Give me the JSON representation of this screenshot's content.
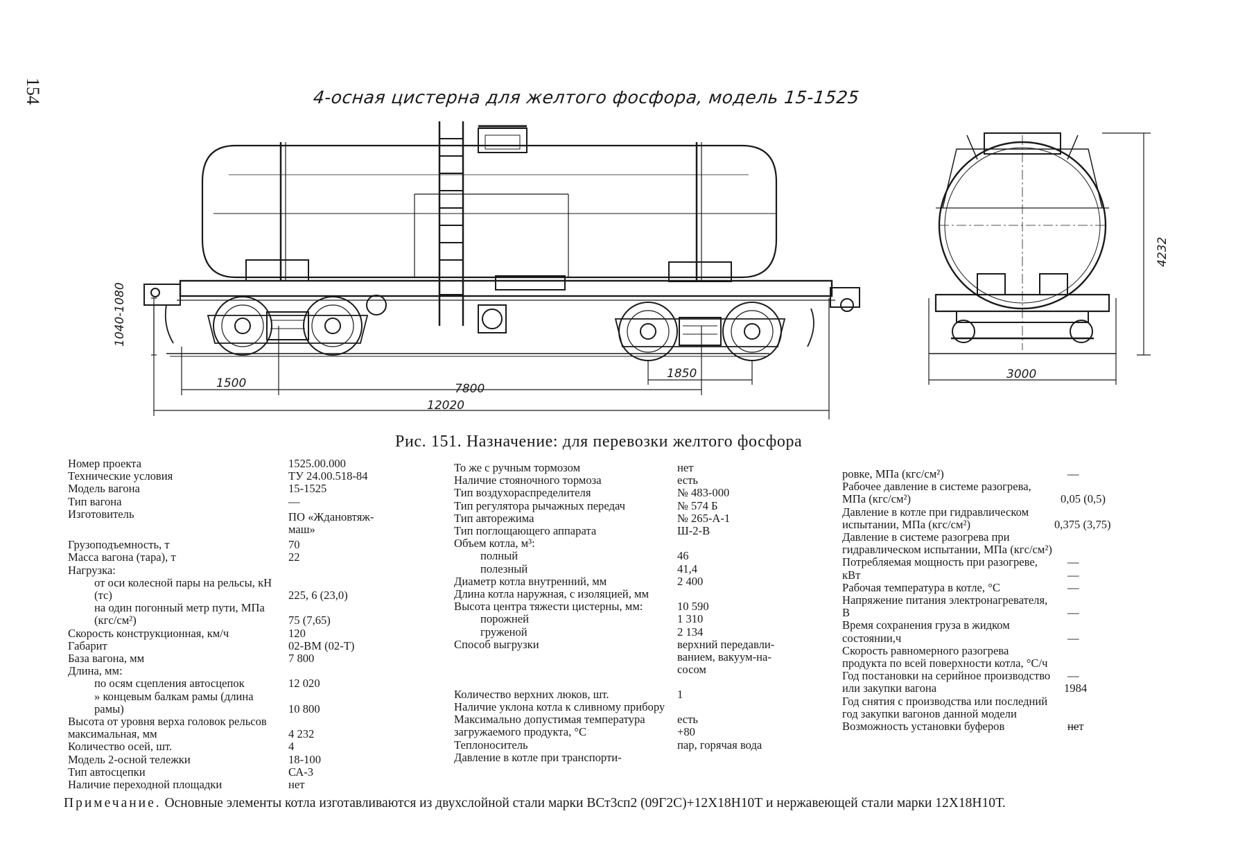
{
  "page_number": "154",
  "drawing_title": "4-осная цистерна для желтого фосфора, модель 15-1525",
  "dimensions": {
    "height_coupler": "1040-1080",
    "frame_end": "1500",
    "base": "7800",
    "bogie_base": "1850",
    "overall_length": "12020",
    "height_max": "4232",
    "width": "3000"
  },
  "caption": "Рис. 151. Назначение: для перевозки желтого фосфора",
  "specs_col1": [
    {
      "label": "Номер проекта",
      "value": "1525.00.000"
    },
    {
      "label": "Технические условия",
      "value": "ТУ 24.00.518-84"
    },
    {
      "label": "Модель вагона",
      "value": "15-1525"
    },
    {
      "label": "Тип вагона",
      "value": "—"
    },
    {
      "label": "Изготовитель",
      "value": "ПО «Ждановтяж-\nмаш»"
    },
    {
      "label": "Грузоподъемность, т",
      "value": "70"
    },
    {
      "label": "Масса вагона (тара), т",
      "value": "22"
    },
    {
      "label": "Нагрузка:",
      "value": ""
    },
    {
      "label": "от оси колесной пары на рельсы, кН (тс)",
      "value": "\n225, 6 (23,0)"
    },
    {
      "label": "на один погонный метр пути, МПа (кгс/см²)",
      "value": "\n75 (7,65)"
    },
    {
      "label": "Скорость конструкционная, км/ч",
      "value": "120"
    },
    {
      "label": "Габарит",
      "value": "02-ВМ (02-Т)"
    },
    {
      "label": "База вагона, мм",
      "value": "7 800"
    },
    {
      "label": "Длина, мм:",
      "value": ""
    },
    {
      "label": "по осям сцепления автосцепок",
      "value": "12 020"
    },
    {
      "label": "» концевым балкам рамы (длина рамы)",
      "value": "\n10 800"
    },
    {
      "label": "Высота от уровня верха головок рельсов максимальная, мм",
      "value": "\n4 232"
    },
    {
      "label": "Количество осей, шт.",
      "value": "4"
    },
    {
      "label": "Модель 2-осной тележки",
      "value": "18-100"
    },
    {
      "label": "Тип автосцепки",
      "value": "СА-3"
    },
    {
      "label": "Наличие переходной площадки",
      "value": "нет"
    }
  ],
  "specs_col2": [
    {
      "label": "То же с ручным тормозом",
      "value": "нет"
    },
    {
      "label": "Наличие стояночного тормоза",
      "value": "есть"
    },
    {
      "label": "Тип воздухораспределителя",
      "value": "№ 483-000"
    },
    {
      "label": "Тип регулятора рычажных передач",
      "value": "№ 574 Б"
    },
    {
      "label": "Тип авторежима",
      "value": "№ 265-А-1"
    },
    {
      "label": "Тип поглощающего аппарата",
      "value": "Ш-2-В"
    },
    {
      "label": "Объем котла, м³:",
      "value": ""
    },
    {
      "label": "полный",
      "value": "46"
    },
    {
      "label": "полезный",
      "value": "41,4"
    },
    {
      "label": "Диаметр котла внутренний, мм",
      "value": "2 400"
    },
    {
      "label": "Длина котла наружная, с изоляцией, мм",
      "value": "\n10 590"
    },
    {
      "label": "Высота центра тяжести цистерны, мм:",
      "value": ""
    },
    {
      "label": "порожней",
      "value": "1 310"
    },
    {
      "label": "груженой",
      "value": "2 134"
    },
    {
      "label": "Способ выгрузки",
      "value": "верхний передавли-\nванием, вакуум-на-\nсосом"
    },
    {
      "label": "Количество верхних люков, шт.",
      "value": "1"
    },
    {
      "label": "Наличие уклона котла к сливному прибору",
      "value": "\nесть"
    },
    {
      "label": "Максимально допустимая температура загружаемого продукта, °С",
      "value": "\n+80"
    },
    {
      "label": "Теплоноситель",
      "value": "пар, горячая вода"
    },
    {
      "label": "Давление в котле при транспорти-",
      "value": ""
    }
  ],
  "specs_col3": [
    {
      "label": "ровке, МПа (кгс/см²)",
      "value": "—"
    },
    {
      "label": "Рабочее давление в системе разогрева, МПа (кгс/см²)",
      "value": "\n0,05 (0,5)"
    },
    {
      "label": "Давление в котле при гидравлическом испытании, МПа (кгс/см²)",
      "value": "\n0,375 (3,75)"
    },
    {
      "label": "Давление в системе разогрева при гидравлическом испытании, МПа (кгс/см²)",
      "value": "\n\n—"
    },
    {
      "label": "Потребляемая мощность при разогреве, кВт",
      "value": "\n—"
    },
    {
      "label": "Рабочая температура в котле, °С",
      "value": "—"
    },
    {
      "label": "Напряжение питания электронагревателя, В",
      "value": "\n—"
    },
    {
      "label": "Время сохранения груза в жидком состоянии,ч",
      "value": "\n—"
    },
    {
      "label": "Скорость равномерного разогрева продукта по всей поверхности котла, °С/ч",
      "value": "\n\n—"
    },
    {
      "label": "Год постановки на серийное производство или закупки вагона",
      "value": "\n1984"
    },
    {
      "label": "Год снятия с производства или последний год закупки вагонов данной модели",
      "value": "\n\n—"
    },
    {
      "label": "Возможность установки буферов",
      "value": "нет"
    }
  ],
  "note": {
    "head": "Примечание.",
    "text": " Основные элементы котла изготавливаются из двухслойной стали марки ВСт3сп2 (09Г2С)+12Х18Н10Т и нержавеющей стали марки 12Х18Н10Т."
  }
}
